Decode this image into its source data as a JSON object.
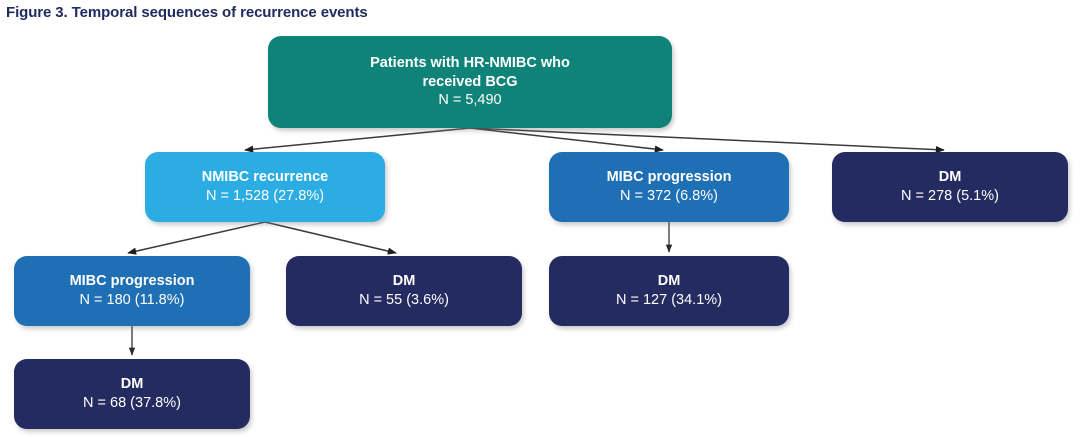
{
  "figure": {
    "title": "Figure 3. Temporal sequences of recurrence events"
  },
  "colors": {
    "teal": "#108378",
    "light_blue": "#2BACE2",
    "medium_blue": "#1F6FB5",
    "dark_navy": "#242B61",
    "title_text": "#1F2A5E",
    "arrow_fan": "#3A3A3A",
    "arrow_vertical": "#6E6E6E",
    "background": "#FFFFFF"
  },
  "chart_data": {
    "type": "diagram",
    "title": "Figure 3. Temporal sequences of recurrence events",
    "nodes": [
      {
        "id": "root",
        "label": "Patients with HR-NMIBC who received BCG",
        "label_line1": "Patients with HR-NMIBC who",
        "label_line2": "received BCG",
        "n_text": "N = 5,490",
        "n": 5490,
        "percent": null,
        "color": "teal"
      },
      {
        "id": "nmibc_recurrence",
        "label": "NMIBC recurrence",
        "n_text": "N = 1,528 (27.8%)",
        "n": 1528,
        "percent": 27.8,
        "color": "light_blue"
      },
      {
        "id": "mibc_progression_l2",
        "label": "MIBC progression",
        "n_text": "N = 372 (6.8%)",
        "n": 372,
        "percent": 6.8,
        "color": "medium_blue"
      },
      {
        "id": "dm_l2",
        "label": "DM",
        "n_text": "N = 278 (5.1%)",
        "n": 278,
        "percent": 5.1,
        "color": "dark_navy"
      },
      {
        "id": "mibc_progression_l3",
        "label": "MIBC progression",
        "n_text": "N = 180 (11.8%)",
        "n": 180,
        "percent": 11.8,
        "color": "medium_blue"
      },
      {
        "id": "dm_l3_from_nmibc",
        "label": "DM",
        "n_text": "N = 55 (3.6%)",
        "n": 55,
        "percent": 3.6,
        "color": "dark_navy"
      },
      {
        "id": "dm_l3_from_mibc",
        "label": "DM",
        "n_text": "N = 127 (34.1%)",
        "n": 127,
        "percent": 34.1,
        "color": "dark_navy"
      },
      {
        "id": "dm_l4",
        "label": "DM",
        "n_text": "N = 68 (37.8%)",
        "n": 68,
        "percent": 37.8,
        "color": "dark_navy"
      }
    ],
    "edges": [
      {
        "from": "root",
        "to": "nmibc_recurrence",
        "style": "fan"
      },
      {
        "from": "root",
        "to": "mibc_progression_l2",
        "style": "fan"
      },
      {
        "from": "root",
        "to": "dm_l2",
        "style": "fan"
      },
      {
        "from": "nmibc_recurrence",
        "to": "mibc_progression_l3",
        "style": "fan"
      },
      {
        "from": "nmibc_recurrence",
        "to": "dm_l3_from_nmibc",
        "style": "fan"
      },
      {
        "from": "mibc_progression_l2",
        "to": "dm_l3_from_mibc",
        "style": "vertical"
      },
      {
        "from": "mibc_progression_l3",
        "to": "dm_l4",
        "style": "vertical"
      }
    ]
  }
}
